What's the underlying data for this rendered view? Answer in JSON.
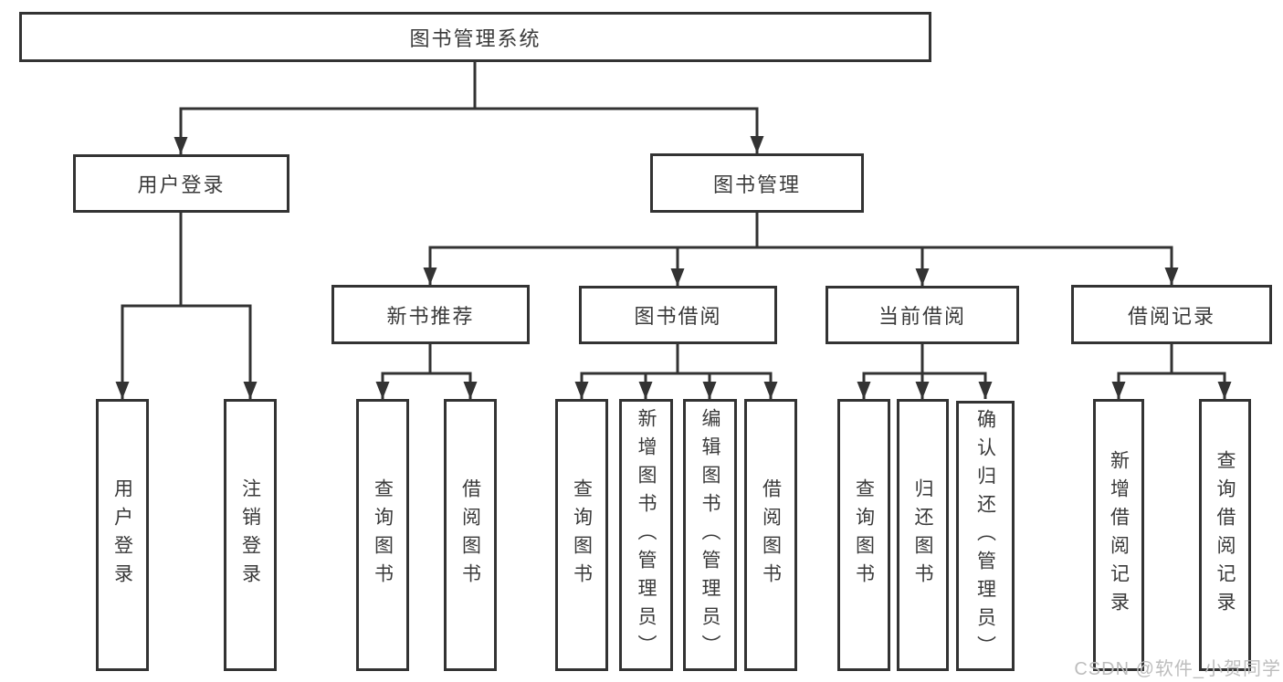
{
  "tree": {
    "root": {
      "label": "图书管理系统",
      "children": [
        {
          "label": "用户登录",
          "children": [
            {
              "label": "用户登录"
            },
            {
              "label": "注销登录"
            }
          ]
        },
        {
          "label": "图书管理",
          "children": [
            {
              "label": "新书推荐",
              "children": [
                {
                  "label": "查询图书"
                },
                {
                  "label": "借阅图书"
                }
              ]
            },
            {
              "label": "图书借阅",
              "children": [
                {
                  "label": "查询图书"
                },
                {
                  "label": "新增图书（管理员）"
                },
                {
                  "label": "编辑图书（管理员）"
                },
                {
                  "label": "借阅图书"
                }
              ]
            },
            {
              "label": "当前借阅",
              "children": [
                {
                  "label": "查询图书"
                },
                {
                  "label": "归还图书"
                },
                {
                  "label": "确认归还（管理员）"
                }
              ]
            },
            {
              "label": "借阅记录",
              "children": [
                {
                  "label": "新增借阅记录"
                },
                {
                  "label": "查询借阅记录"
                }
              ]
            }
          ]
        }
      ]
    }
  },
  "watermark": {
    "text": "CSDN @软件_小贺同学"
  },
  "colors": {
    "line": "#333333",
    "box_border": "#333333",
    "text": "#3a3a3a",
    "watermark": "#bdbdbd",
    "background": "#ffffff"
  }
}
